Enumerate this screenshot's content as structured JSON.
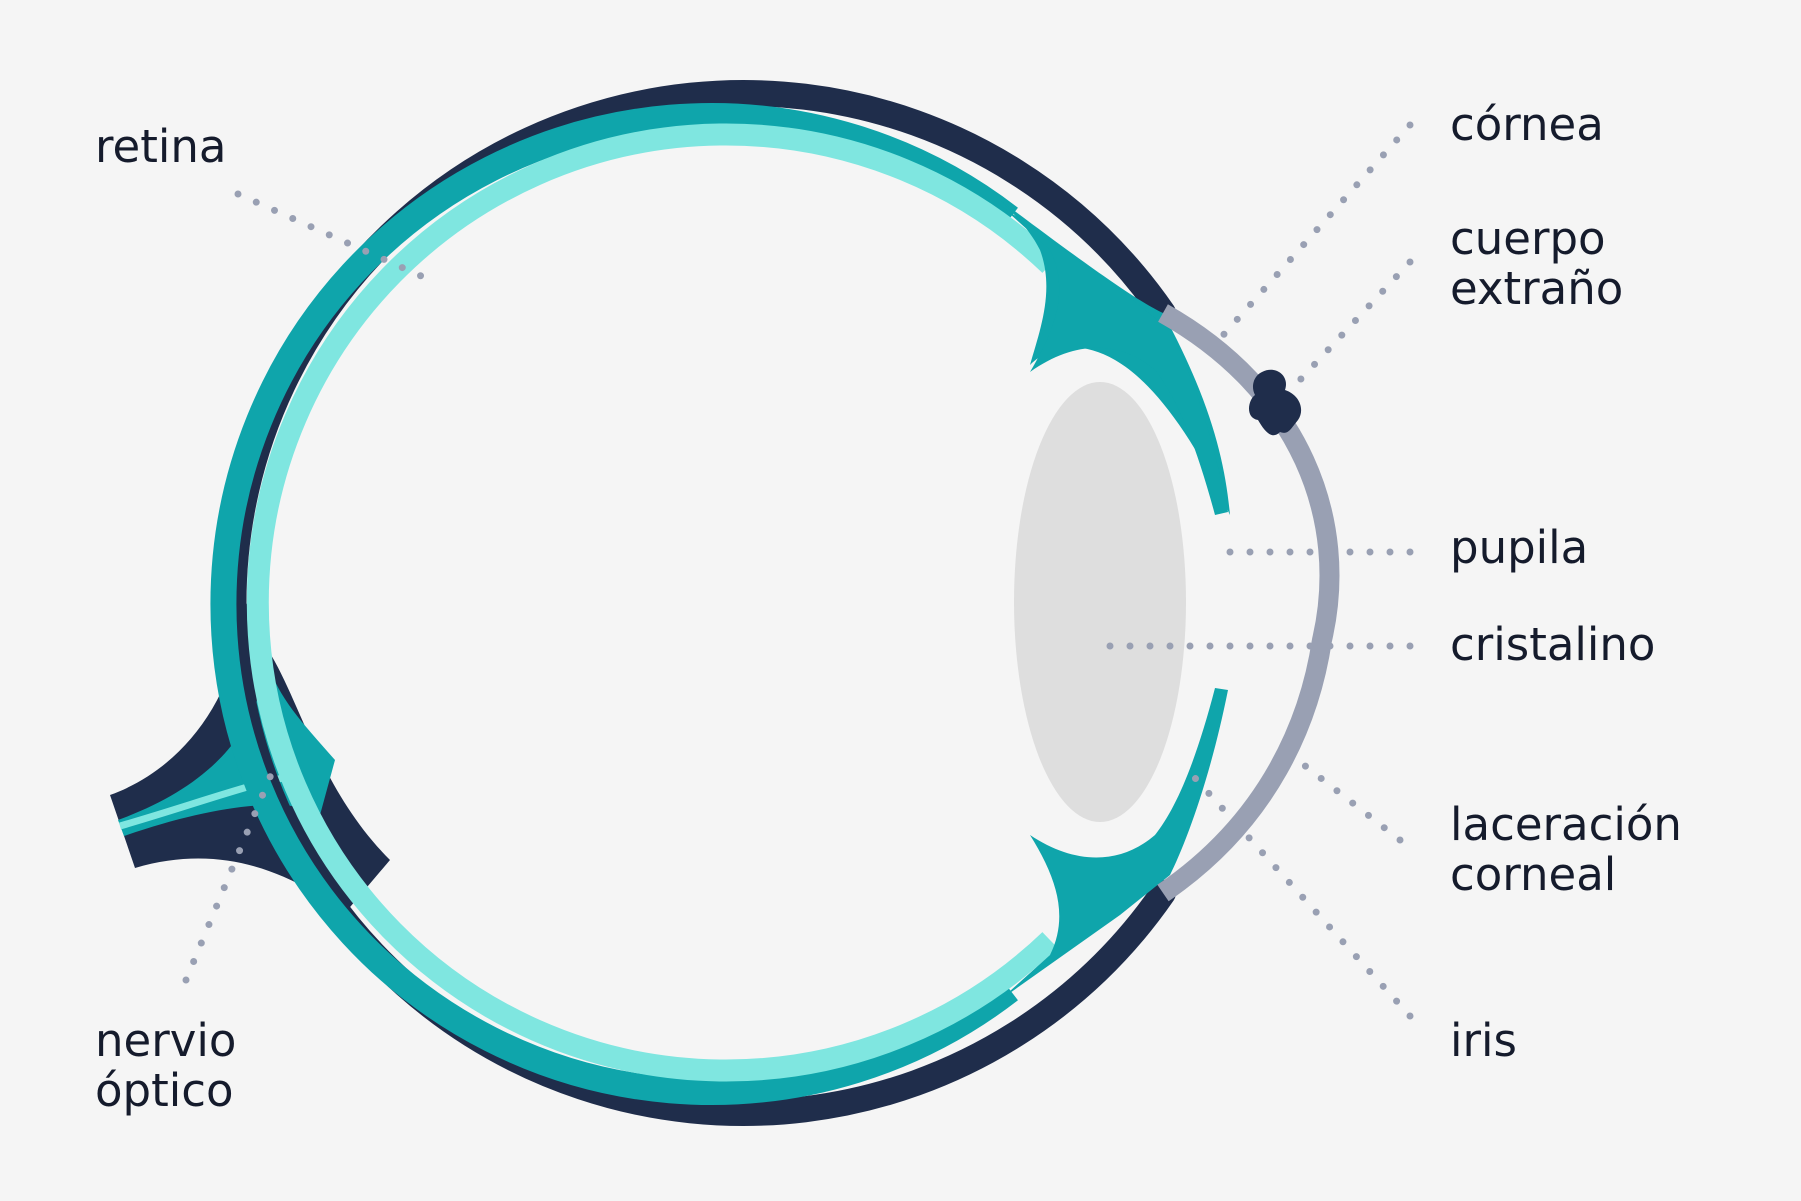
{
  "colors": {
    "background": "#f5f5f5",
    "sclera": "#1f2d4b",
    "choroid": "#0fa5ab",
    "retina": "#7fe6e0",
    "cornea": "#99a0b3",
    "lens": "#dedede",
    "leader_dots": "#99a0b3",
    "foreign_body": "#1f2d4b",
    "text": "#151b2c"
  },
  "labels": {
    "retina": "retina",
    "optic_nerve": [
      "nervio",
      "óptico"
    ],
    "cornea": "córnea",
    "foreign_body": [
      "cuerpo",
      "extraño"
    ],
    "pupil": "pupila",
    "lens": "cristalino",
    "corneal_laceration": [
      "laceración",
      "corneal"
    ],
    "iris": "iris"
  }
}
